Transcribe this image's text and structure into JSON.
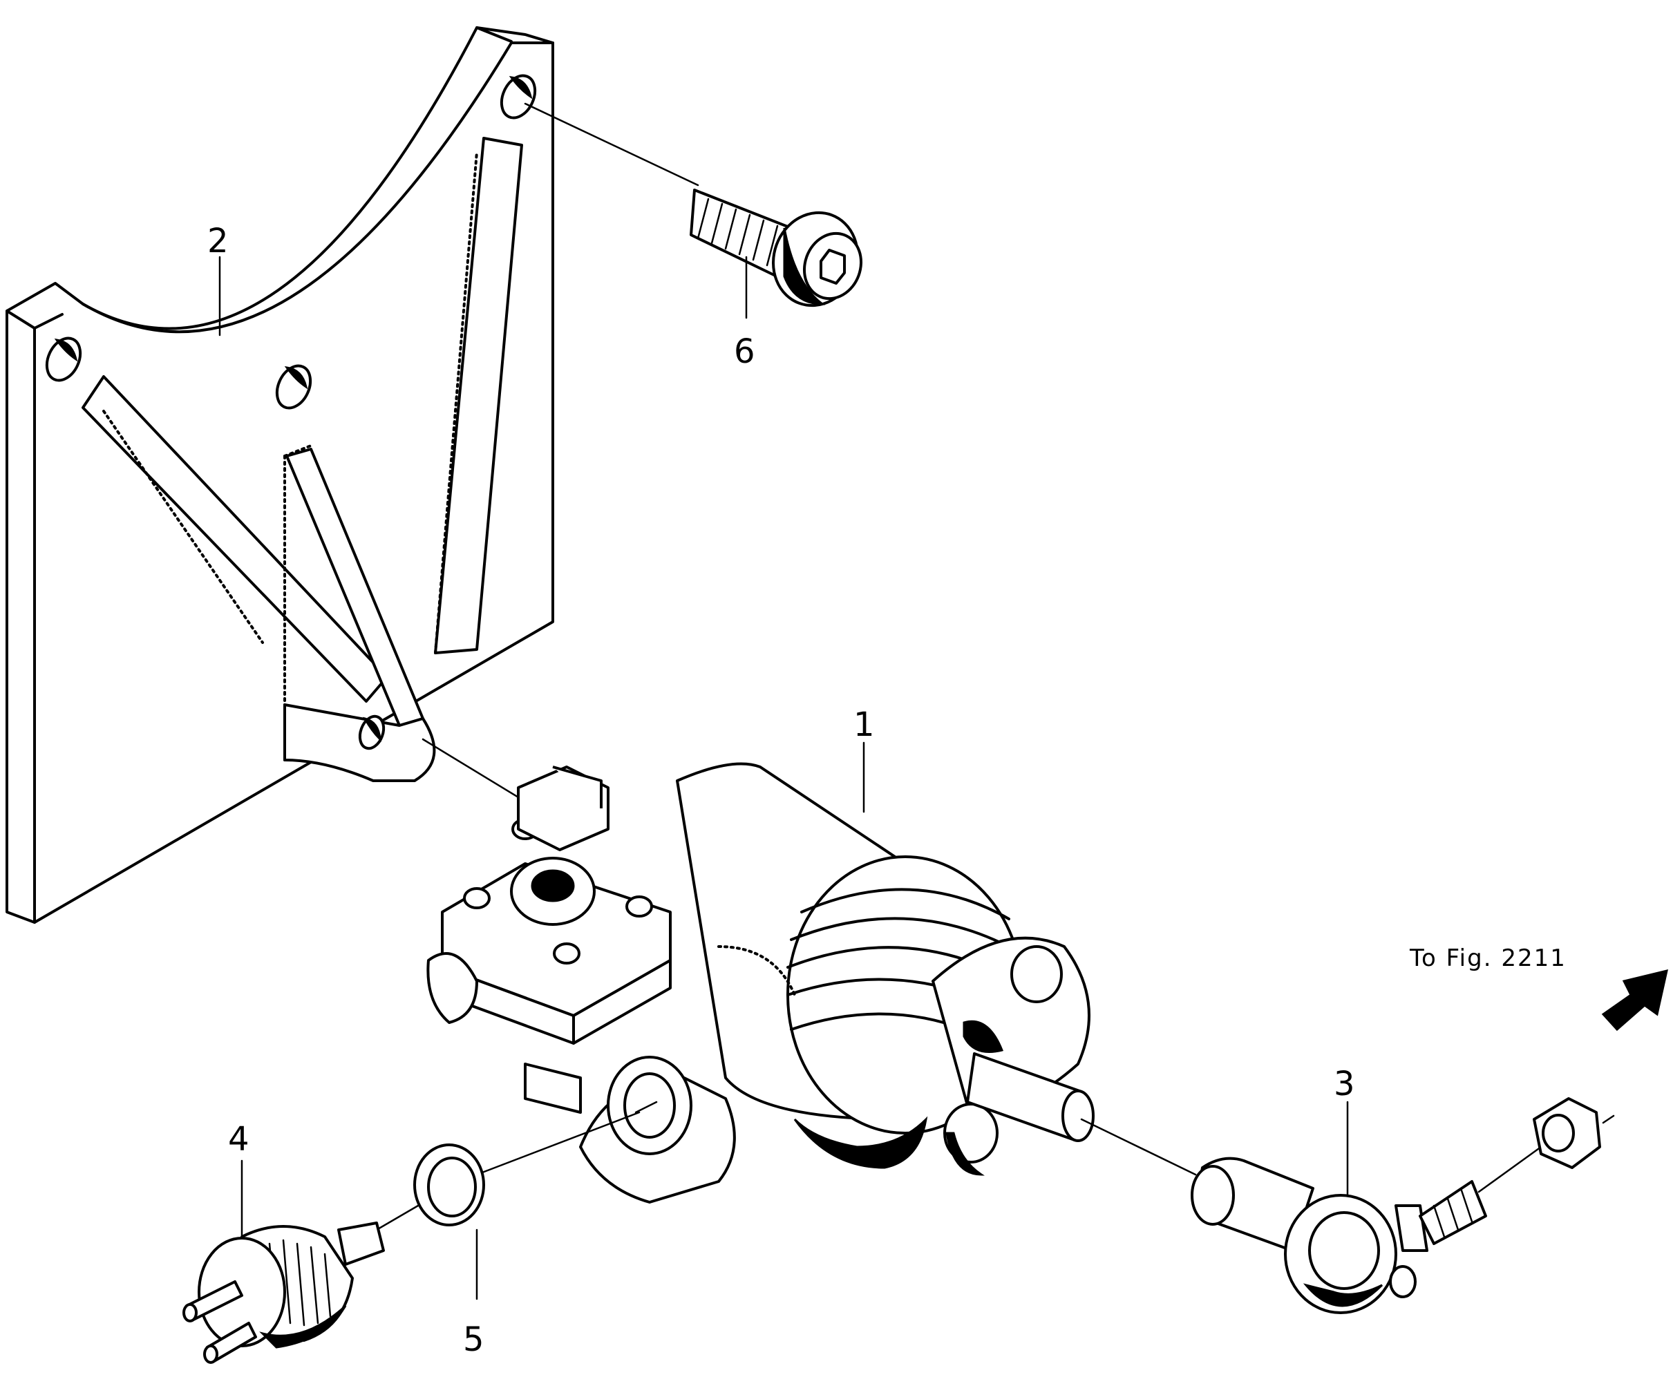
{
  "diagram": {
    "callouts": [
      {
        "id": "1",
        "label": "1"
      },
      {
        "id": "2",
        "label": "2"
      },
      {
        "id": "3",
        "label": "3"
      },
      {
        "id": "4",
        "label": "4"
      },
      {
        "id": "5",
        "label": "5"
      },
      {
        "id": "6",
        "label": "6"
      }
    ],
    "reference_text": "To Fig. 2211",
    "reference_arrow_icon": "arrow-up-right-icon",
    "line_color": "#000000",
    "background_color": "#ffffff"
  }
}
